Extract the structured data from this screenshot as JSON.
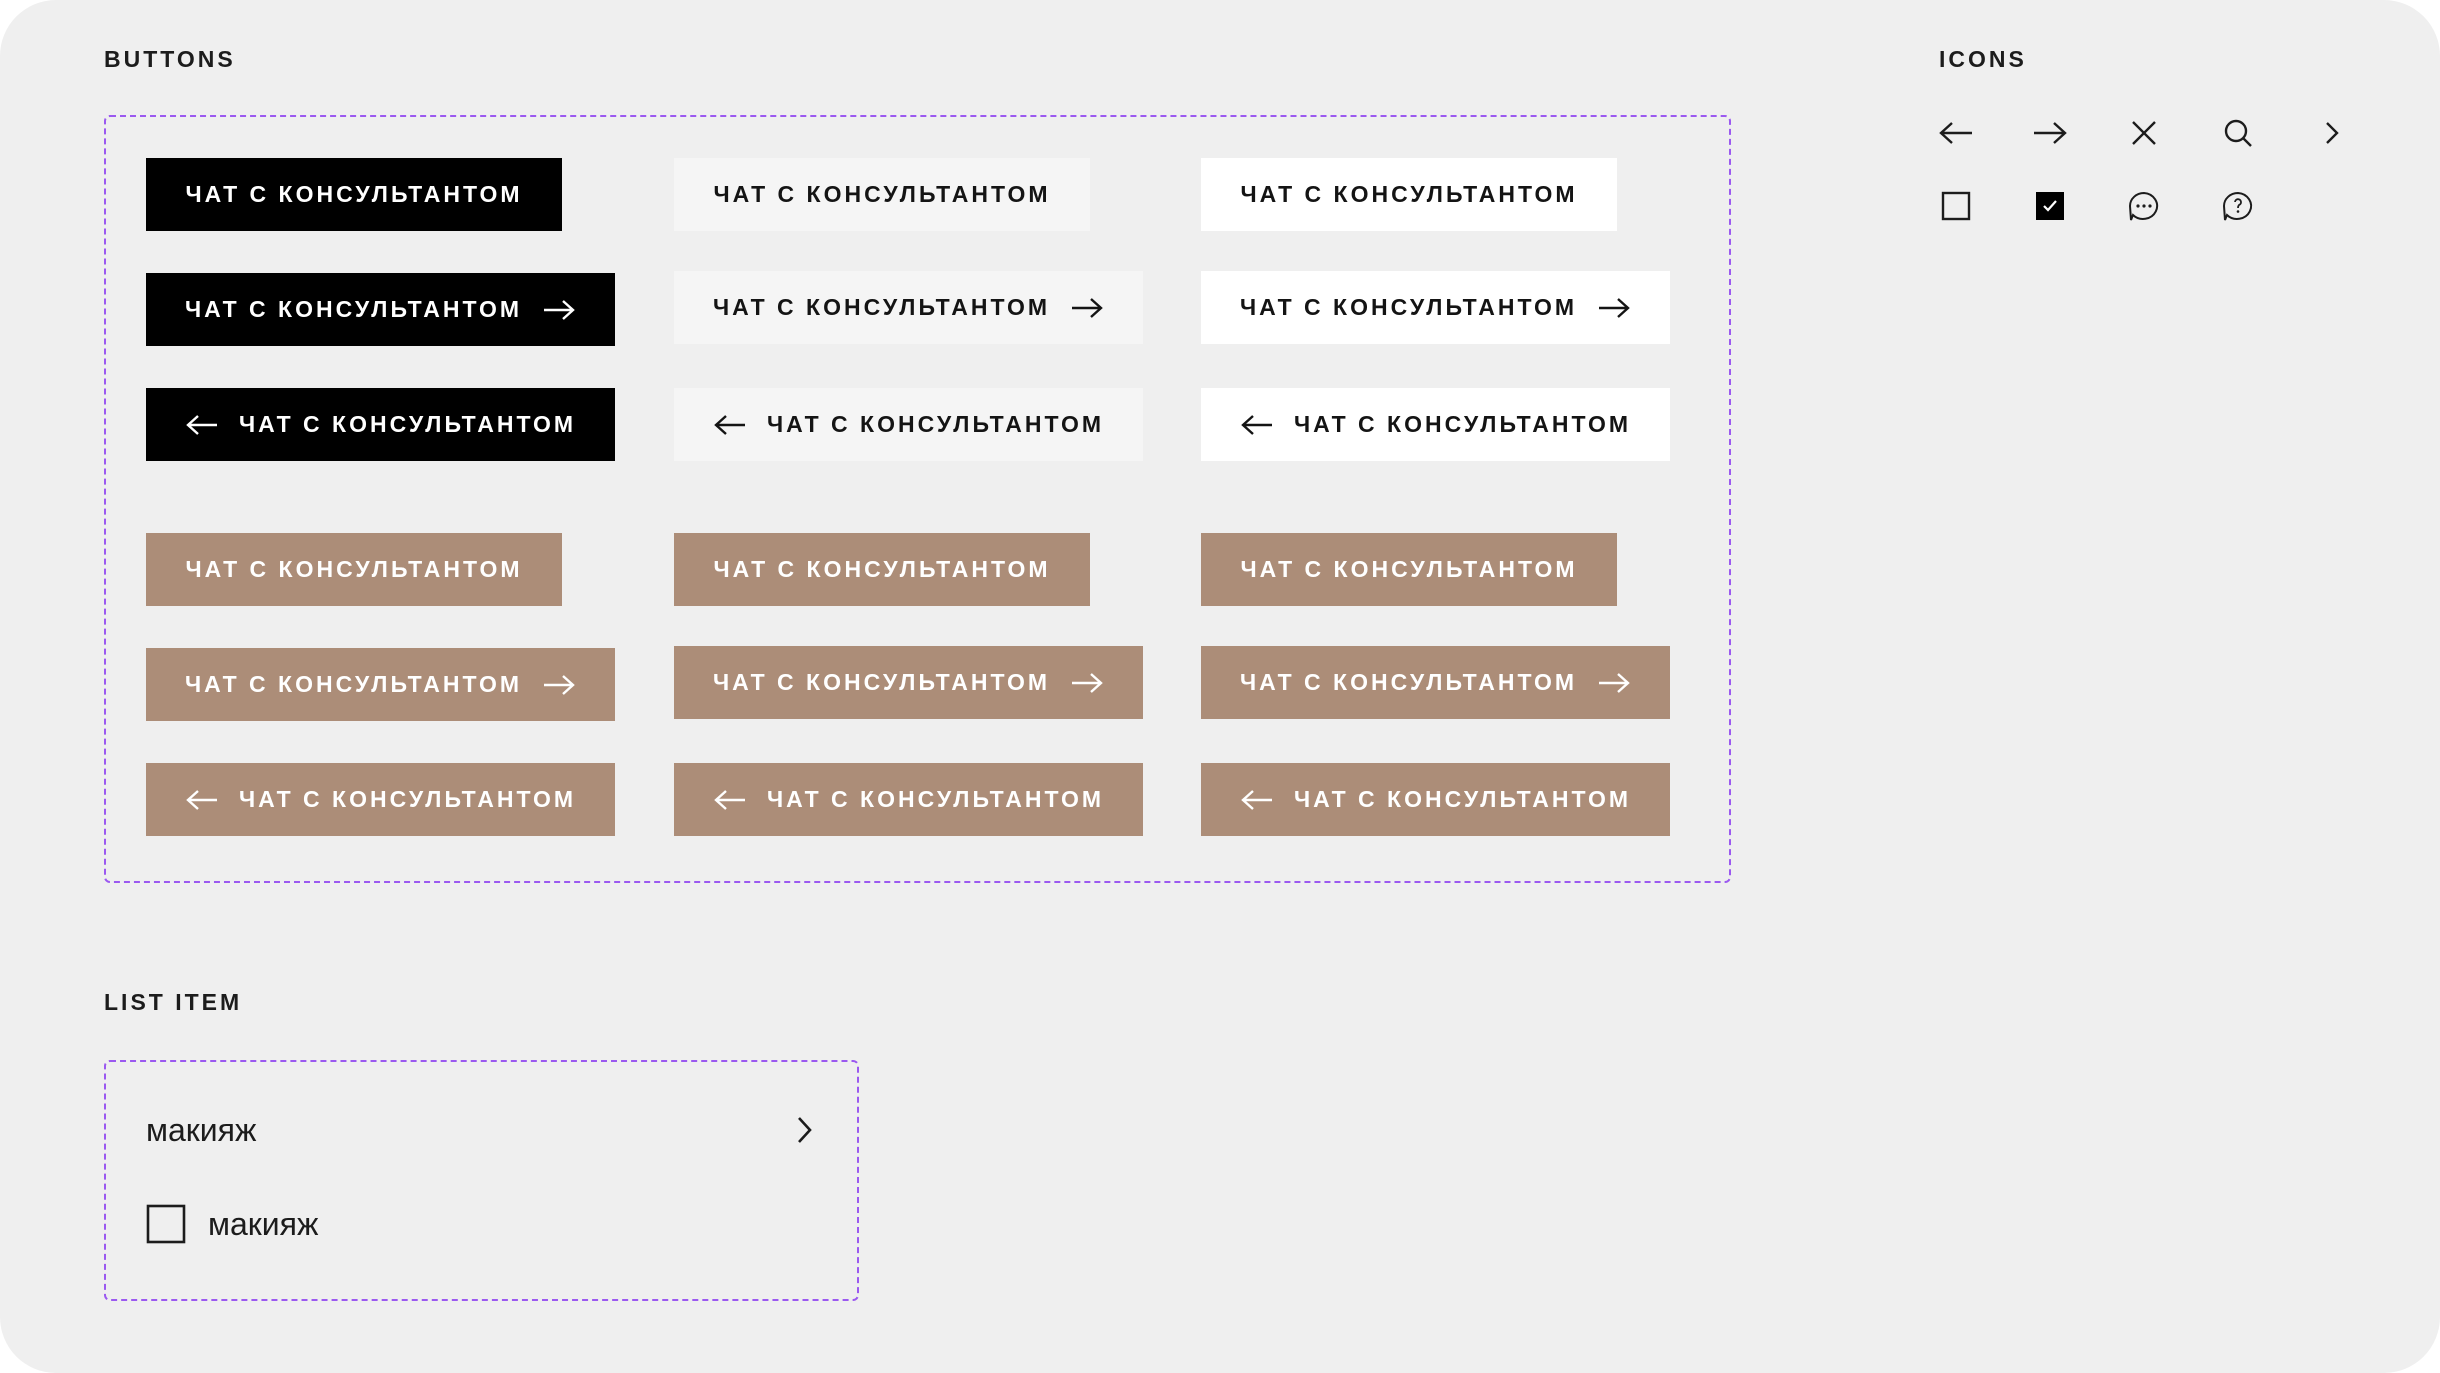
{
  "sections": {
    "buttons_title": "BUTTONS",
    "icons_title": "ICONS",
    "list_title": "LIST ITEM"
  },
  "button": {
    "label": "ЧАТ С КОНСУЛЬТАНТОМ"
  },
  "button_variants": {
    "dark": [
      "black",
      "light",
      "white"
    ],
    "brand": [
      "tan",
      "tan",
      "tan"
    ]
  },
  "colors": {
    "background": "#efefef",
    "black": "#000000",
    "light": "#f5f5f5",
    "white": "#ffffff",
    "tan": "#ac8d78",
    "dashed_outline": "#9b59f0"
  },
  "icons": [
    "arrow-left-icon",
    "arrow-right-icon",
    "close-icon",
    "search-icon",
    "chevron-right-icon",
    "checkbox-empty-icon",
    "checkbox-checked-icon",
    "chat-bubble-icon",
    "help-bubble-icon"
  ],
  "list": {
    "item1_label": "макияж",
    "item2_label": "макияж",
    "item2_checked": false
  }
}
